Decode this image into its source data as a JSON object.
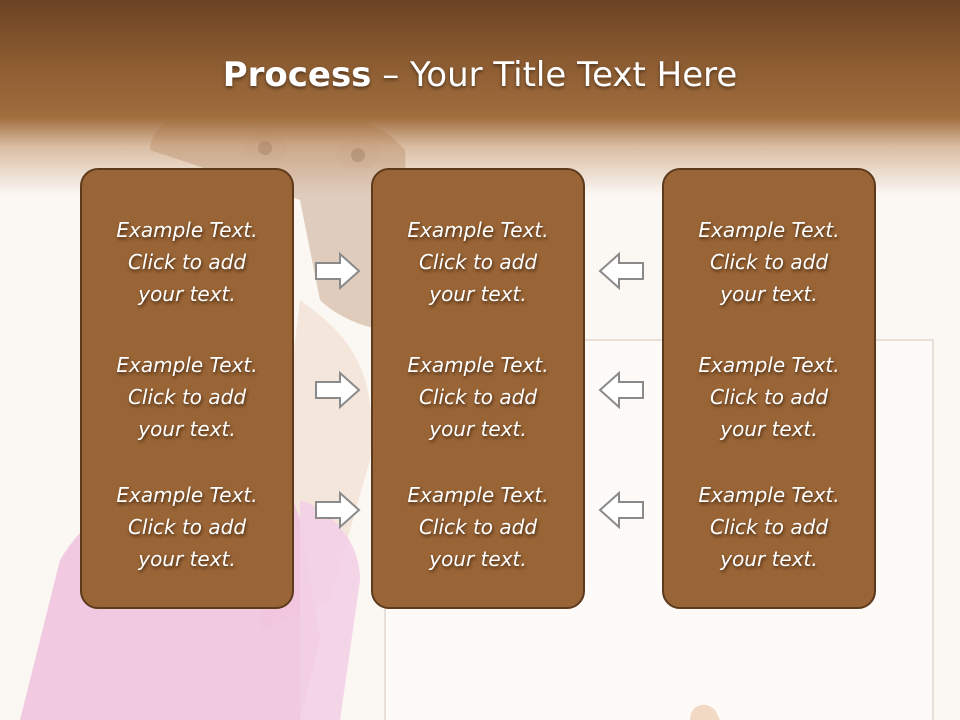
{
  "slide": {
    "title_bold": "Process",
    "title_rest": " – Your Title Text Here"
  },
  "columns": [
    {
      "items": [
        "Example Text.\nClick  to add\nyour text.",
        "Example Text.\nClick  to add\nyour text.",
        "Example Text.\nClick  to add\nyour text."
      ]
    },
    {
      "items": [
        "Example Text.\nClick  to add\nyour text.",
        "Example Text.\nClick  to add\nyour text.",
        "Example Text.\nClick  to add\nyour text."
      ]
    },
    {
      "items": [
        "Example Text.\nClick  to add\nyour text.",
        "Example Text.\nClick  to add\nyour text.",
        "Example Text.\nClick  to add\nyour text."
      ]
    }
  ],
  "arrows": {
    "left_group": "right-arrow-icon",
    "right_group": "left-arrow-icon"
  },
  "colors": {
    "header": "#8a5a30",
    "box_fill": "#9a6536",
    "box_border": "#5e3a1d",
    "text": "#ffffff",
    "background": "#fbf7f3"
  }
}
